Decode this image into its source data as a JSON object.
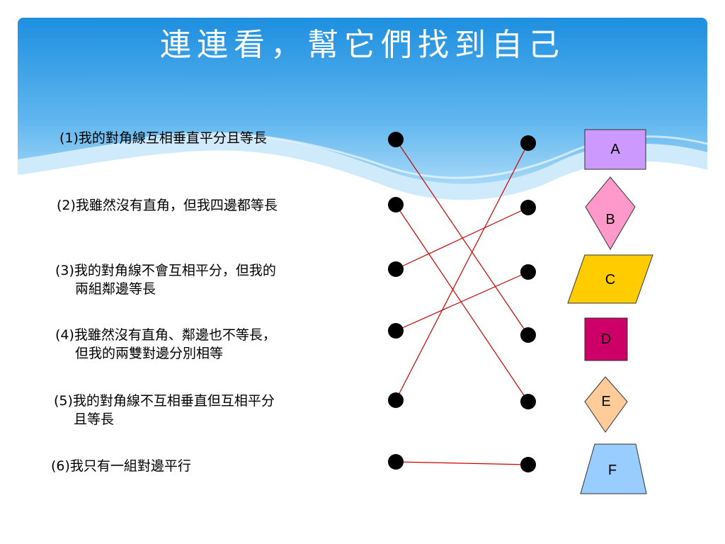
{
  "slide": {
    "title": "連連看，幫它們找到自己",
    "statements": [
      {
        "line1": "(1)我的對角線互相垂直平分且等長",
        "line2": ""
      },
      {
        "line1": "(2)我雖然沒有直角，但我四邊都等長",
        "line2": ""
      },
      {
        "line1": "(3)我的對角線不會互相平分，但我的",
        "line2": "兩組鄰邊等長"
      },
      {
        "line1": "(4)我雖然沒有直角、鄰邊也不等長，",
        "line2": "但我的兩雙對邊分別相等"
      },
      {
        "line1": "(5)我的對角線不互相垂直但互相平分",
        "line2": "且等長"
      },
      {
        "line1": "(6)我只有一組對邊平行",
        "line2": ""
      }
    ],
    "shapes": [
      {
        "label": "A",
        "kind": "square",
        "color": "#cc99ff"
      },
      {
        "label": "B",
        "kind": "rhombus",
        "color": "#ff99cc"
      },
      {
        "label": "C",
        "kind": "parallelogram",
        "color": "#ffcc00"
      },
      {
        "label": "D",
        "kind": "rectangle",
        "color": "#cc0066"
      },
      {
        "label": "E",
        "kind": "kite",
        "color": "#ffcc99"
      },
      {
        "label": "F",
        "kind": "trapezoid",
        "color": "#99ccff"
      }
    ],
    "connections": [
      {
        "from": 1,
        "to": 4
      },
      {
        "from": 2,
        "to": 5
      },
      {
        "from": 3,
        "to": 2
      },
      {
        "from": 4,
        "to": 3
      },
      {
        "from": 5,
        "to": 1
      },
      {
        "from": 6,
        "to": 6
      }
    ],
    "line_color": "#cc0000",
    "dot_color": "#000000",
    "header_gradient_top": "#1e8fe0",
    "header_gradient_bottom": "#9fd4f7"
  }
}
